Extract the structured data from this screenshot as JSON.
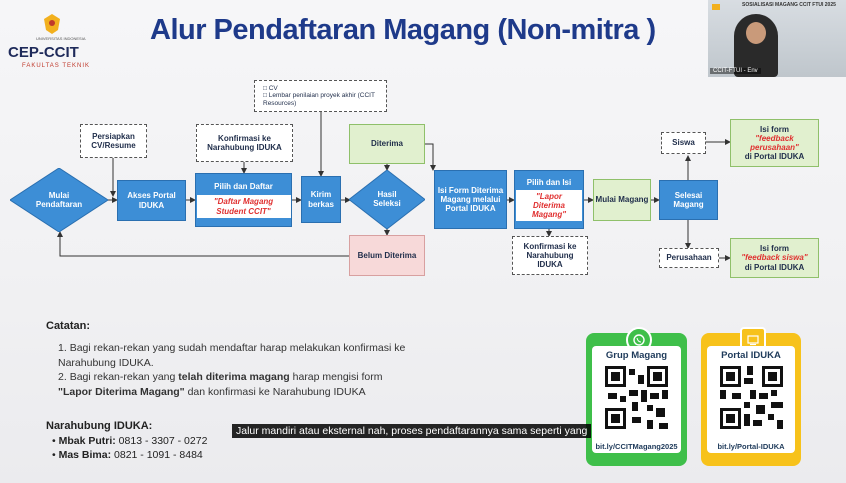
{
  "slide": {
    "title": "Alur Pendaftaran Magang (Non-mitra )",
    "logo": {
      "tiny": "UNIVERSITAS INDONESIA",
      "brand": "CEP-CCIT",
      "sub": "FAKULTAS TEKNIK"
    }
  },
  "flow": {
    "mulai_pendaftaran": "Mulai Pendaftaran",
    "persiapkan": "Persiapkan CV/Resume",
    "akses_portal": "Akses Portal IDUKA",
    "konfirmasi_1": "Konfirmasi ke Narahubung IDUKA",
    "pilih_daftar": "Pilih dan Daftar",
    "pilih_daftar_red": "\"Daftar Magang Student CCIT\"",
    "cv_note_1": "CV",
    "cv_note_2": "Lembar penilaian proyek akhir (CCIT Resources)",
    "kirim_berkas": "Kirim berkas",
    "hasil_seleksi": "Hasil Seleksi",
    "diterima": "Diterima",
    "belum_diterima": "Belum Diterima",
    "isi_form": "Isi Form Diterima Magang melalui Portal IDUKA",
    "pilih_isi": "Pilih dan Isi",
    "pilih_isi_red": "\"Lapor Diterima Magang\"",
    "konfirmasi_2": "Konfirmasi ke Narahubung IDUKA",
    "mulai_magang": "Mulai Magang",
    "selesai_magang": "Selesai Magang",
    "siswa": "Siswa",
    "perusahaan": "Perusahaan",
    "isi_form_1_a": "Isi form",
    "isi_form_1_red": "\"feedback perusahaan\"",
    "isi_form_1_b": "di Portal IDUKA",
    "isi_form_2_a": "Isi form",
    "isi_form_2_red": "\"feedback siswa\"",
    "isi_form_2_b": "di Portal IDUKA"
  },
  "notes": {
    "title": "Catatan:",
    "item1": "Bagi rekan-rekan yang sudah mendaftar harap melakukan konfirmasi ke Narahubung IDUKA.",
    "item2_pre": "Bagi rekan-rekan yang ",
    "item2_bold": "telah diterima magang",
    "item2_mid": " harap mengisi form ",
    "item2_bold2": "\"Lapor Diterima Magang\"",
    "item2_post": " dan konfirmasi ke Narahubung IDUKA",
    "n1": "1.",
    "n2": "2."
  },
  "contacts": {
    "title": "Narahubung IDUKA:",
    "c1_name": "Mbak Putri:",
    "c1_phone": " 0813 - 3307 - 0272",
    "c2_name": "Mas Bima:",
    "c2_phone": " 0821 - 1091 - 8484"
  },
  "cards": {
    "grup_title": "Grup Magang",
    "grup_url": "bit.ly/CCITMagang2025",
    "portal_title": "Portal IDUKA",
    "portal_url": "bit.ly/Portal-IDUKA"
  },
  "webcam": {
    "title": "SOSIALISASI MAGANG CCIT FTUI 2025",
    "label": "CCIT-FTUI - Env"
  },
  "caption": "Jalur mandiri atau eksternal nah, proses pendaftarannya sama seperti yang",
  "colors": {
    "title": "#1e3a8a",
    "blue": "#3d8ed6",
    "green": "#e1f0cf",
    "pink": "#f7d9d9",
    "red": "#e03030",
    "whatsapp": "#3fbf4a",
    "portal": "#f7c21b"
  }
}
